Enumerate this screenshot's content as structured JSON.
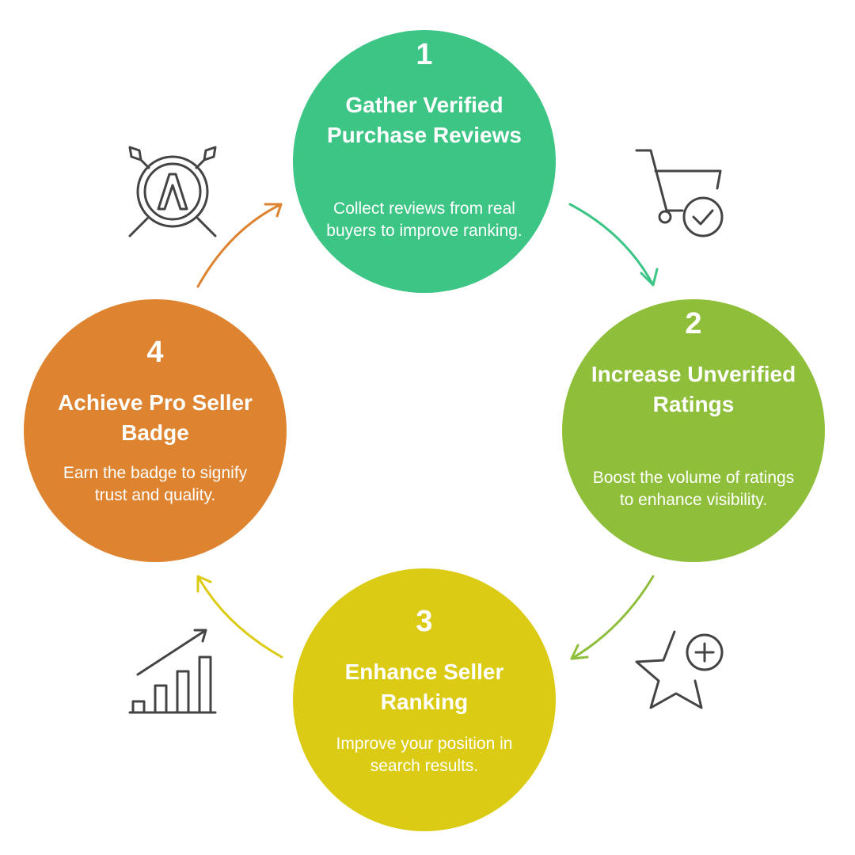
{
  "steps": [
    {
      "number": "1",
      "title": "Gather Verified Purchase Reviews",
      "description": "Collect reviews from real buyers to improve ranking.",
      "color": "#3CC584",
      "icon": "shopping-cart-check-icon"
    },
    {
      "number": "2",
      "title": "Increase Unverified Ratings",
      "description": "Boost the volume of ratings to enhance visibility.",
      "color": "#8FBF3A",
      "icon": "star-plus-icon"
    },
    {
      "number": "3",
      "title": "Enhance Seller Ranking",
      "description": "Improve your position in search results.",
      "color": "#DCCB14",
      "icon": "growth-bar-chart-icon"
    },
    {
      "number": "4",
      "title": "Achieve Pro Seller Badge",
      "description": "Earn the badge to signify trust and quality.",
      "color": "#DE8330",
      "icon": "shield-spears-badge-icon"
    }
  ],
  "colors": {
    "icon_stroke": "#444444",
    "arrow_1_to_2": "#3CC584",
    "arrow_2_to_3": "#8FBF3A",
    "arrow_3_to_4": "#DCCB14",
    "arrow_4_to_1": "#DE8330"
  }
}
